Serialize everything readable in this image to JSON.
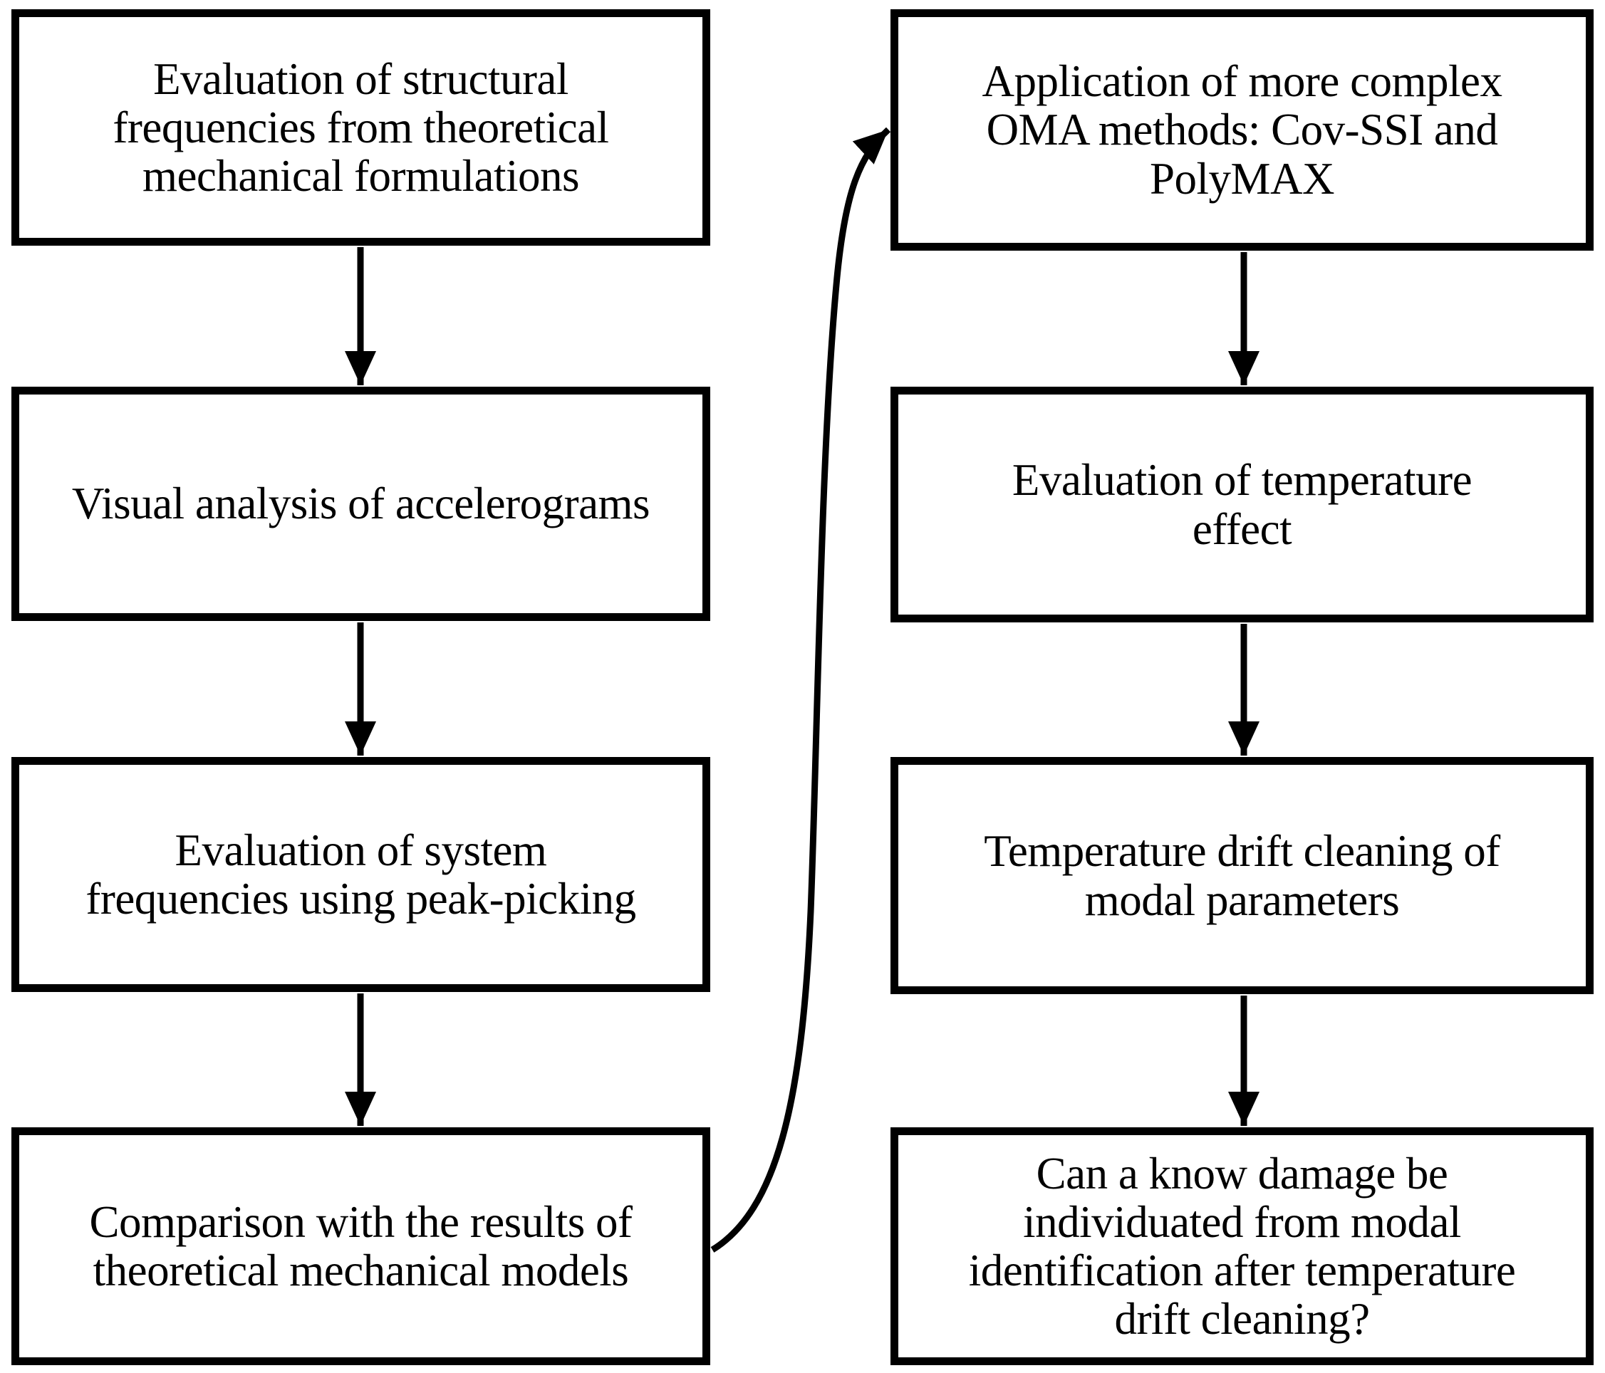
{
  "flowchart": {
    "background_color": "#ffffff",
    "box_border_color": "#000000",
    "text_color": "#000000",
    "arrow_color": "#000000",
    "left_column": [
      {
        "label": "Evaluation of structural\nfrequencies from theoretical\nmechanical formulations"
      },
      {
        "label": "Visual analysis of accelerograms"
      },
      {
        "label": "Evaluation of system\nfrequencies using peak-picking"
      },
      {
        "label": "Comparison with the results of\ntheoretical mechanical models"
      }
    ],
    "right_column": [
      {
        "label": "Application of more complex\nOMA methods: Cov-SSI and\nPolyMAX"
      },
      {
        "label": "Evaluation of temperature\neffect"
      },
      {
        "label": "Temperature drift cleaning of\nmodal parameters"
      },
      {
        "label": "Can a know damage be\nindividuated from modal\nidentification after temperature\ndrift cleaning?"
      }
    ],
    "connectors": [
      {
        "from": "eval-structural-frequencies",
        "to": "visual-analysis",
        "type": "straight-down-arrow"
      },
      {
        "from": "visual-analysis",
        "to": "peak-picking",
        "type": "straight-down-arrow"
      },
      {
        "from": "peak-picking",
        "to": "comparison-models",
        "type": "straight-down-arrow"
      },
      {
        "from": "comparison-models",
        "to": "oma-methods",
        "type": "curved-up-arrow"
      },
      {
        "from": "oma-methods",
        "to": "temperature-effect",
        "type": "straight-down-arrow"
      },
      {
        "from": "temperature-effect",
        "to": "drift-cleaning",
        "type": "straight-down-arrow"
      },
      {
        "from": "drift-cleaning",
        "to": "damage-question",
        "type": "straight-down-arrow"
      }
    ]
  }
}
